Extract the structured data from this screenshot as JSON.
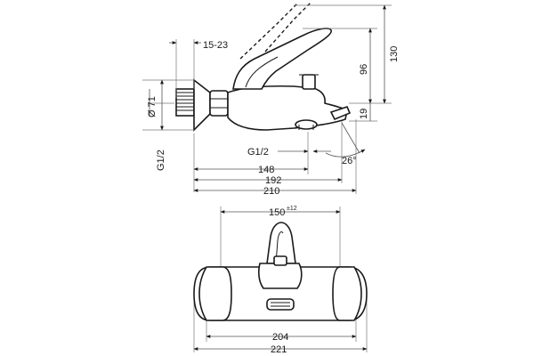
{
  "drawing": {
    "side_view": {
      "labels": {
        "d15_23": "15-23",
        "d130": "130",
        "d96": "96",
        "d19": "19",
        "d71": "Ø 71",
        "g12_left": "G1/2",
        "g12_outlet": "G1/2",
        "d26": "26°",
        "d148": "148",
        "d192": "192",
        "d210": "210"
      }
    },
    "front_view": {
      "labels": {
        "d150": "150",
        "d150_tol": "±12",
        "d204": "204",
        "d221": "221"
      }
    }
  }
}
